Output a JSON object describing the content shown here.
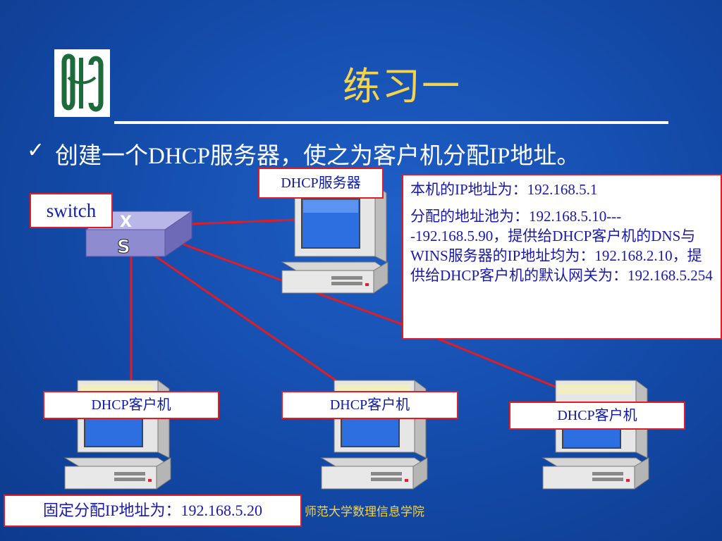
{
  "slide": {
    "title": "练习一",
    "bullet_mark": "✓",
    "bullet_text": "创建一个DHCP服务器，使之为客户机分配IP地址。",
    "footer": "师范大学数理信息学院"
  },
  "diagram": {
    "switch_label": "switch",
    "server_label": "DHCP服务器",
    "info_lines": [
      "本机的IP地址为：192.168.5.1",
      "分配的地址池为：192.168.5.10----192.168.5.90，提供给DHCP客户机的DNS与WINS服务器的IP地址均为：192.168.2.10，提供给DHCP客户机的默认网关为：192.168.5.254"
    ],
    "clients": [
      {
        "label": "DHCP客户机"
      },
      {
        "label": "DHCP客户机"
      },
      {
        "label": "DHCP客户机"
      }
    ],
    "fixed_ip_note": "固定分配IP地址为：192.168.5.20"
  },
  "colors": {
    "background": "#134aa8",
    "title": "#f5d34a",
    "link_line": "#e01c24",
    "label_border": "#e01c24",
    "label_text": "#1a1aaa"
  }
}
